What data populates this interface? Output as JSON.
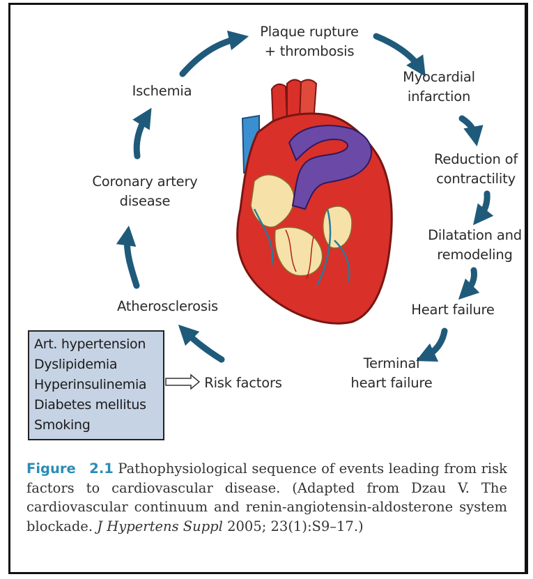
{
  "nodes": {
    "plaque_rupture": "Plaque rupture\n+ thrombosis",
    "myocardial_infarction": "Myocardial\ninfarction",
    "reduction_contractility": "Reduction of\ncontractility",
    "dilatation_remodeling": "Dilatation and\nremodeling",
    "heart_failure": "Heart failure",
    "terminal_heart_failure": "Terminal\nheart failure",
    "risk_factors": "Risk factors",
    "atherosclerosis": "Atherosclerosis",
    "coronary_artery_disease": "Coronary artery\ndisease",
    "ischemia": "Ischemia"
  },
  "risk_factor_list": [
    "Art. hypertension",
    "Dyslipidemia",
    "Hyperinsulinemia",
    "Diabetes mellitus",
    "Smoking"
  ],
  "caption": {
    "figure_word": "Figure",
    "figure_number": "2.1",
    "text": "Pathophysiological sequence of events leading from risk factors to cardiovascular disease. (Adapted from Dzau V. The cardiovascular continuum and renin-angiotensin-aldosterone system blockade.",
    "journal": "J Hypertens Suppl",
    "citation": "2005; 23(1):S9–17.)"
  },
  "colors": {
    "arrow": "#1f5a7a",
    "risk_box_fill": "#c6d3e4",
    "figure_label": "#2a8cb6",
    "heart_red": "#d9302a",
    "heart_purple": "#6a4aa6",
    "heart_blue": "#3a8fd0",
    "heart_cream": "#f6e2a8"
  }
}
